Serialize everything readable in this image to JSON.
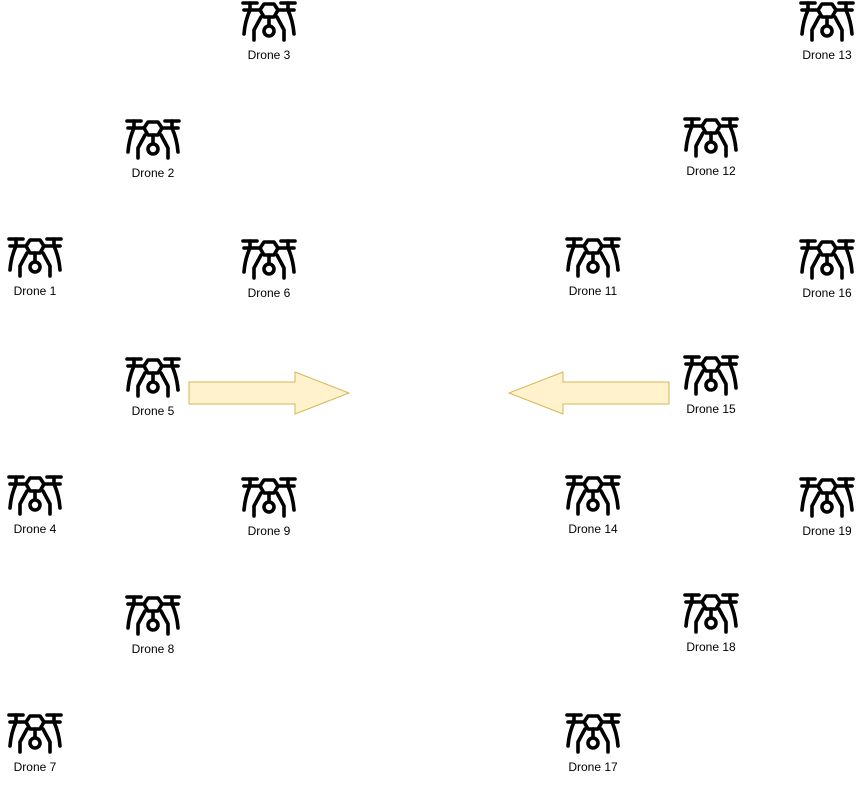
{
  "diagram": {
    "drones": [
      {
        "id": "d1",
        "label": "Drone 1"
      },
      {
        "id": "d2",
        "label": "Drone 2"
      },
      {
        "id": "d3",
        "label": "Drone 3"
      },
      {
        "id": "d4",
        "label": "Drone 4"
      },
      {
        "id": "d5",
        "label": "Drone 5"
      },
      {
        "id": "d6",
        "label": "Drone 6"
      },
      {
        "id": "d7",
        "label": "Drone 7"
      },
      {
        "id": "d8",
        "label": "Drone 8"
      },
      {
        "id": "d9",
        "label": "Drone 9"
      },
      {
        "id": "d11",
        "label": "Drone 11"
      },
      {
        "id": "d12",
        "label": "Drone 12"
      },
      {
        "id": "d13",
        "label": "Drone 13"
      },
      {
        "id": "d14",
        "label": "Drone 14"
      },
      {
        "id": "d15",
        "label": "Drone 15"
      },
      {
        "id": "d16",
        "label": "Drone 16"
      },
      {
        "id": "d17",
        "label": "Drone 17"
      },
      {
        "id": "d18",
        "label": "Drone 18"
      },
      {
        "id": "d19",
        "label": "Drone 19"
      }
    ],
    "arrows": [
      {
        "id": "arrow-right",
        "direction": "right"
      },
      {
        "id": "arrow-left",
        "direction": "left"
      }
    ],
    "colors": {
      "icon": "#000000",
      "arrow_fill": "#FFF2CC",
      "arrow_stroke": "#D6B656"
    }
  }
}
